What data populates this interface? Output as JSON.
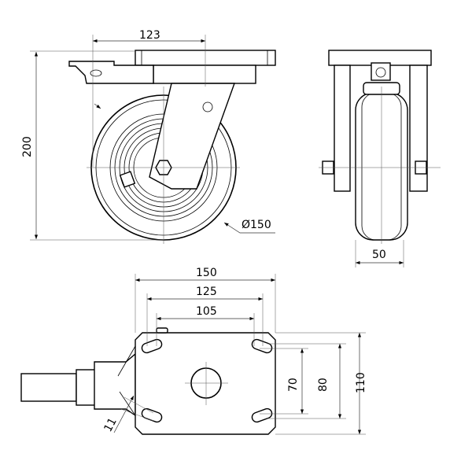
{
  "title": "Swivel caster with brake – technical drawing",
  "dimensions": {
    "offset": "123",
    "height": "200",
    "wheel_diameter": "Ø150",
    "wheel_width": "50",
    "plate_length": "150",
    "hole_spacing_outer": "125",
    "hole_spacing_inner": "105",
    "hole_spacing_y_inner": "70",
    "hole_spacing_y_outer": "80",
    "plate_width": "110",
    "bolt_slot": "11"
  },
  "colors": {
    "line": "#000000",
    "background": "#ffffff"
  }
}
